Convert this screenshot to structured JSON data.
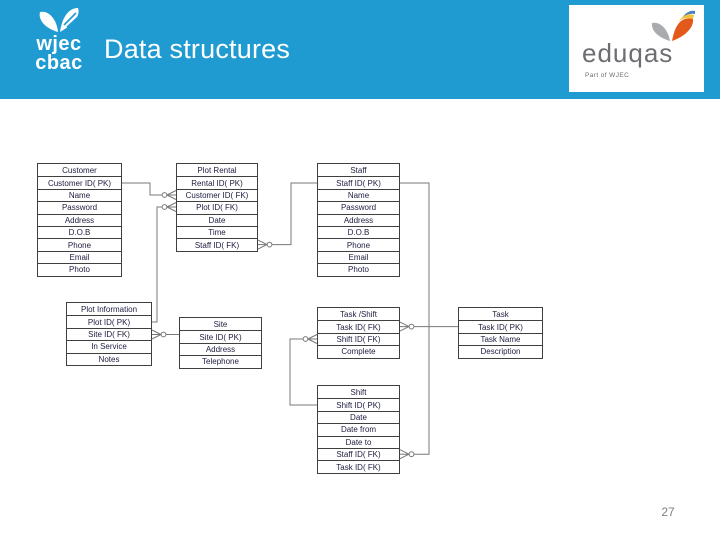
{
  "header": {
    "title": "Data structures",
    "logo": {
      "line1": "wjec",
      "line2": "cbac"
    },
    "brand": {
      "name": "eduqas",
      "tagline": "Part of WJEC"
    }
  },
  "page_number": "27",
  "colors": {
    "header_bg": "#1f9bd2",
    "table_border": "#3f3f3f",
    "table_text": "#1d1d3f",
    "connector": "#787878",
    "eduqas_gray": "#6d6e71",
    "eduqas_orange": "#e2591a",
    "page_number": "#7f7f7f"
  },
  "diagram": {
    "entities": [
      {
        "id": "customer",
        "name": "Customer",
        "rows": [
          "Customer ID( PK)",
          "Name",
          "Password",
          "Address",
          "D.O.B",
          "Phone",
          "Email",
          "Photo"
        ]
      },
      {
        "id": "plot-rental",
        "name": "Plot Rental",
        "rows": [
          "Rental ID( PK)",
          "Customer ID( FK)",
          "Plot ID( FK)",
          "Date",
          "Time",
          "Staff ID( FK)"
        ]
      },
      {
        "id": "staff",
        "name": "Staff",
        "rows": [
          "Staff ID( PK)",
          "Name",
          "Password",
          "Address",
          "D.O.B",
          "Phone",
          "Email",
          "Photo"
        ]
      },
      {
        "id": "plot-information",
        "name": "Plot Information",
        "rows": [
          "Plot ID( PK)",
          "Site ID( FK)",
          "In Service",
          "Notes"
        ]
      },
      {
        "id": "site",
        "name": "Site",
        "rows": [
          "Site ID( PK)",
          "Address",
          "Telephone"
        ]
      },
      {
        "id": "task-shift",
        "name": "Task /Shift",
        "rows": [
          "Task ID( FK)",
          "Shift ID( FK)",
          "Complete"
        ]
      },
      {
        "id": "task",
        "name": "Task",
        "rows": [
          "Task ID( PK)",
          "Task Name",
          "Description"
        ]
      },
      {
        "id": "shift",
        "name": "Shift",
        "rows": [
          "Shift ID( PK)",
          "Date",
          "Date from",
          "Date to",
          "Staff ID( FK)",
          "Task ID( FK)"
        ]
      }
    ],
    "relationships": [
      {
        "from": "Customer.Customer ID( PK)",
        "to": "Plot Rental.Customer ID( FK)",
        "cardinality": "one-to-zero-or-many"
      },
      {
        "from": "Plot Information.Plot ID( PK)",
        "to": "Plot Rental.Plot ID( FK)",
        "cardinality": "one-to-zero-or-many"
      },
      {
        "from": "Staff.Staff ID( PK)",
        "to": "Plot Rental.Staff ID( FK)",
        "cardinality": "one-to-zero-or-many"
      },
      {
        "from": "Staff.Staff ID( PK)",
        "to": "Shift.Staff ID( FK)",
        "cardinality": "one-to-zero-or-many"
      },
      {
        "from": "Task.Task ID( PK)",
        "to": "Task /Shift.Task ID( FK)",
        "cardinality": "one-to-zero-or-many"
      },
      {
        "from": "Shift.Shift ID( PK)",
        "to": "Task /Shift.Shift ID( FK)",
        "cardinality": "one-to-zero-or-many"
      },
      {
        "from": "Site.Site ID( PK)",
        "to": "Plot Information.Site ID( FK)",
        "cardinality": "one-to-zero-or-many"
      }
    ]
  }
}
